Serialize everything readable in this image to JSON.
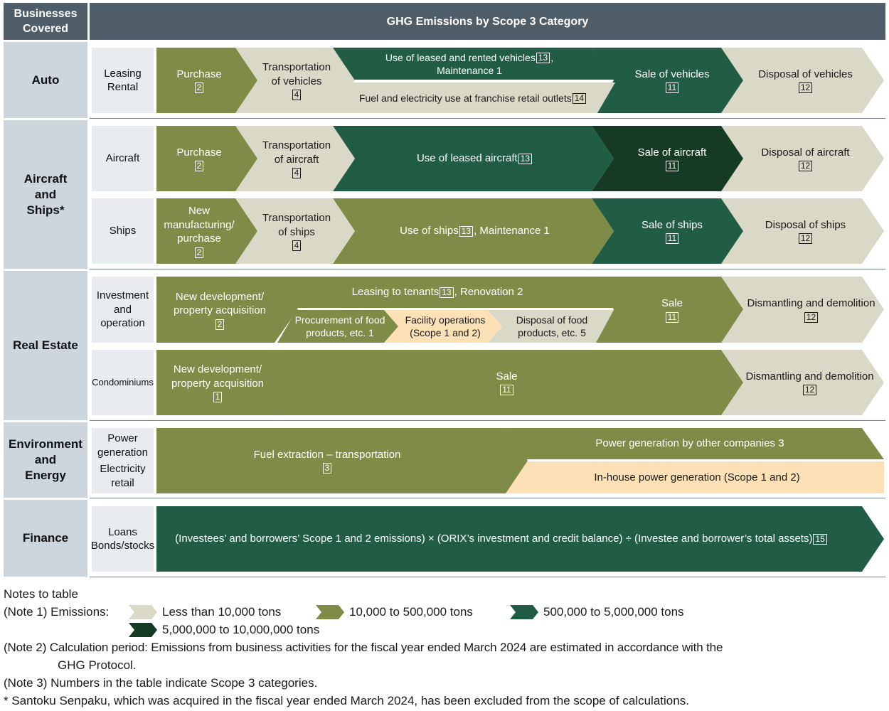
{
  "header": {
    "businesses_covered": "Businesses Covered",
    "ghg_title": "GHG Emissions by Scope 3 Category"
  },
  "colors": {
    "less_10k": "#dad8c7",
    "10k_500k": "#7e8c47",
    "500k_5m": "#215d44",
    "5m_10m": "#153b25",
    "scope12": "#fce1b6",
    "header": "#4f5d69",
    "band": "#cdd5dd"
  },
  "businesses": {
    "auto": "Auto",
    "aircraft_ships": "Aircraft\nand\nShips*",
    "real_estate": "Real Estate",
    "env_energy": "Environment\nand\nEnergy",
    "finance": "Finance"
  },
  "subcategories": {
    "leasing_rental": "Leasing\nRental",
    "aircraft": "Aircraft",
    "ships": "Ships",
    "investment_operation": "Investment\nand\noperation",
    "condominiums": "Condominiums",
    "power_generation": "Power\ngeneration",
    "electricity_retail": "Electricity\nretail",
    "loans_bonds": "Loans\nBonds/stocks"
  },
  "flows": {
    "auto": {
      "purchase": "Purchase",
      "purchase_cat": "2",
      "transport": "Transportation\nof vehicles",
      "transport_cat": "4",
      "use_a": "Use of leased and rented vehicles",
      "use_a_cat": "13",
      "use_b": "Maintenance 1",
      "fuel": "Fuel and electricity use at franchise retail outlets",
      "fuel_cat": "14",
      "sale": "Sale of vehicles",
      "sale_cat": "11",
      "disposal": "Disposal of vehicles",
      "disposal_cat": "12"
    },
    "aircraft": {
      "purchase": "Purchase",
      "purchase_cat": "2",
      "transport": "Transportation\nof aircraft",
      "transport_cat": "4",
      "use": "Use of leased aircraft",
      "use_cat": "13",
      "sale": "Sale of aircraft",
      "sale_cat": "11",
      "disposal": "Disposal of aircraft",
      "disposal_cat": "12"
    },
    "ships": {
      "purchase": "New\nmanufacturing/\npurchase",
      "purchase_cat": "2",
      "transport": "Transportation\nof ships",
      "transport_cat": "4",
      "use": "Use of ships",
      "use_cat": "13",
      "use_b": ", Maintenance 1",
      "sale": "Sale of ships",
      "sale_cat": "11",
      "disposal": "Disposal of ships",
      "disposal_cat": "12"
    },
    "investment": {
      "development": "New development/\nproperty acquisition",
      "development_cat": "2",
      "leasing": "Leasing to tenants",
      "leasing_cat": "13",
      "leasing_b": ", Renovation 2",
      "procurement": "Procurement of food\nproducts, etc. 1",
      "facility": "Facility operations\n(Scope 1 and 2)",
      "food_disposal": "Disposal of food\nproducts, etc. 5",
      "sale": "Sale",
      "sale_cat": "11",
      "dismantling": "Dismantling and demolition",
      "dismantling_cat": "12"
    },
    "condo": {
      "development": "New development/\nproperty acquisition",
      "development_cat": "1",
      "sale": "Sale",
      "sale_cat": "11",
      "dismantling": "Dismantling and demolition",
      "dismantling_cat": "12"
    },
    "energy": {
      "fuel": "Fuel extraction – transportation",
      "fuel_cat": "3",
      "other": "Power generation by other companies 3",
      "inhouse": "In-house power generation (Scope 1 and 2)"
    },
    "finance": {
      "formula": "(Investees’ and borrowers’ Scope 1 and 2 emissions) × (ORIX’s investment and credit balance) ÷ (Investee and borrower’s total assets)",
      "formula_cat": "15"
    }
  },
  "notes": {
    "heading": "Notes to table",
    "note1_label": "(Note 1) Emissions:",
    "legend": [
      "Less than 10,000 tons",
      "10,000 to 500,000 tons",
      "500,000 to 5,000,000 tons",
      "5,000,000 to 10,000,000 tons"
    ],
    "note2_a": "(Note 2) Calculation period: Emissions from business activities for the fiscal year ended March 2024 are estimated in accordance with the",
    "note2_b": "GHG Protocol.",
    "note3": "(Note 3) Numbers in the table indicate Scope 3 categories.",
    "footnote": "* Santoku Senpaku, which was acquired in the fiscal year ended March 2024, has been excluded from the scope of calculations."
  }
}
